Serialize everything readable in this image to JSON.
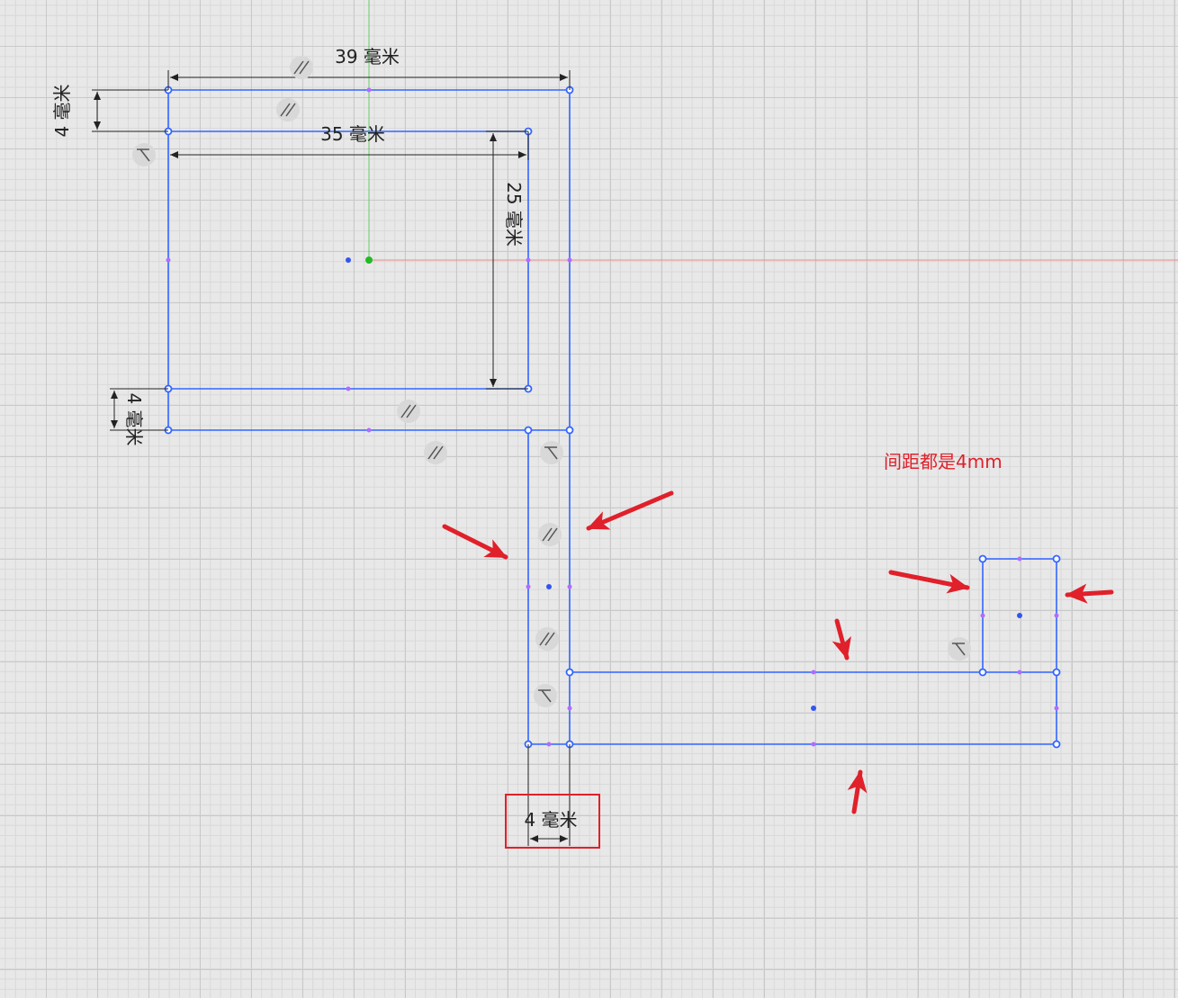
{
  "dimensions": {
    "outer_width": "39 毫米",
    "inner_width": "35 毫米",
    "inner_height": "25 毫米",
    "top_gap": "4 毫米",
    "bottom_gap": "4 毫米",
    "vertical_arm_width": "4 毫米"
  },
  "note": "间距都是4mm",
  "colors": {
    "sketch_line": "#3366ff",
    "midpoint": "#b36bff",
    "annotation_red": "#e0202a",
    "axis_x": "#e88a8a",
    "axis_y": "#66cc66",
    "origin": "#22bb22"
  },
  "icons": [
    "parallel-constraint-icon",
    "perpendicular-constraint-icon",
    "red-arrow-icon"
  ]
}
